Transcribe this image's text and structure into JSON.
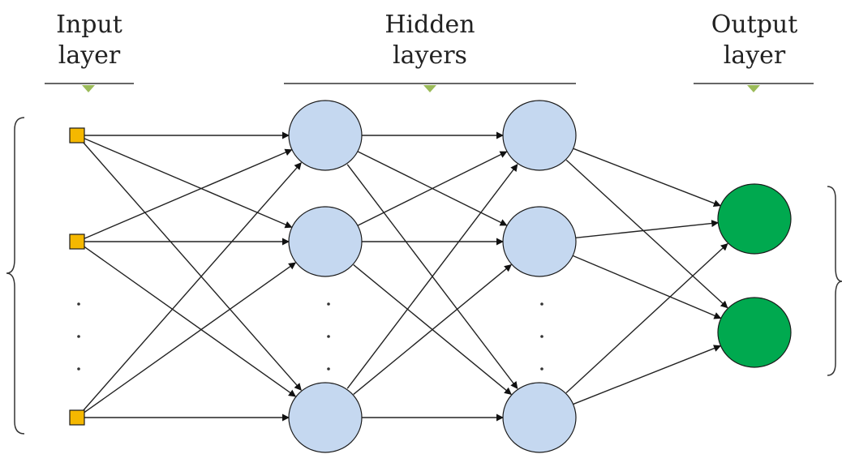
{
  "headers": {
    "input": {
      "line1": "Input",
      "line2": "layer"
    },
    "hidden": {
      "line1": "Hidden",
      "line2": "layers"
    },
    "output": {
      "line1": "Output",
      "line2": "layer"
    }
  },
  "colors": {
    "input_node": "#f5b800",
    "hidden_node": "#c5d8f0",
    "output_node": "#00a94f",
    "stroke": "#1a1a1a",
    "marker": "#9bbb59"
  },
  "network": {
    "input_nodes": 3,
    "hidden_layers": 2,
    "hidden_nodes_per_layer": 3,
    "output_nodes": 2,
    "fully_connected": true,
    "ellipsis": "⋮"
  }
}
